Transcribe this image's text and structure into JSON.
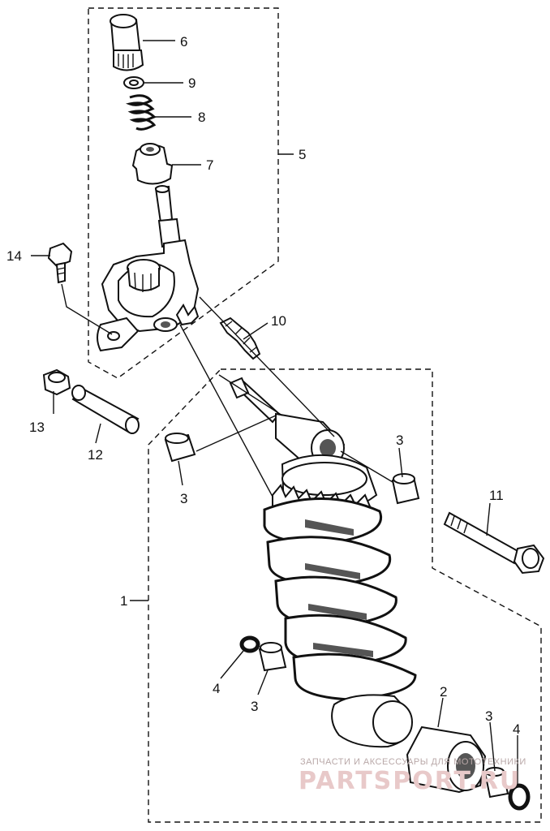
{
  "callouts": {
    "c1": "1",
    "c2": "2",
    "c3a": "3",
    "c3b": "3",
    "c3c": "3",
    "c3d": "3",
    "c4a": "4",
    "c4b": "4",
    "c5": "5",
    "c6": "6",
    "c7": "7",
    "c8": "8",
    "c9": "9",
    "c10": "10",
    "c11": "11",
    "c12": "12",
    "c13": "13",
    "c14": "14"
  },
  "watermark": {
    "line1": "ЗАПЧАСТИ И АКСЕССУАРЫ ДЛЯ МОТОТЕХНИКИ",
    "line2": "PARTSPORT.RU"
  }
}
